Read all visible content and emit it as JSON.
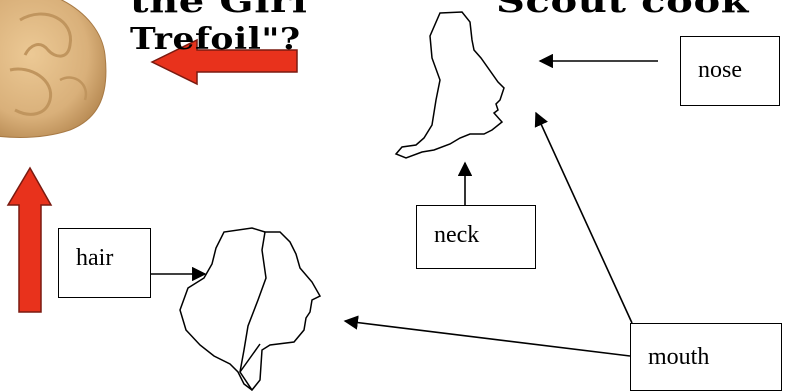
{
  "heading": {
    "line1_left": "the Girl",
    "line2_left": "Trefoil\"?",
    "line1_right": "Scout cook"
  },
  "labels": {
    "nose": "nose",
    "neck": "neck",
    "hair": "hair",
    "mouth": "mouth"
  },
  "colors": {
    "cookie": "#d9b07a",
    "red_arrow": "#e8321c",
    "line": "#000000"
  }
}
